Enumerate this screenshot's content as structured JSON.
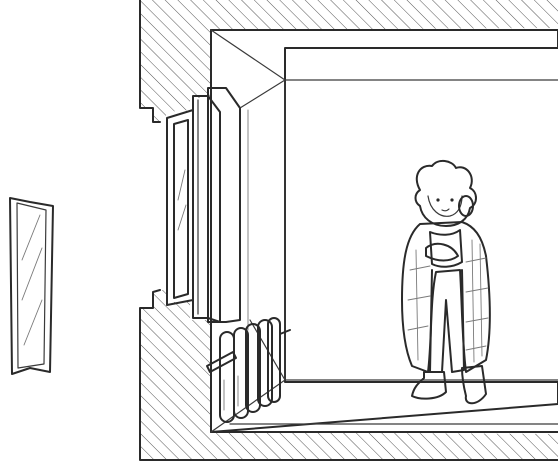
{
  "scene": {
    "kind": "line-art illustration",
    "elements": [
      "detached-window-pane",
      "wall-cross-section",
      "window-frame",
      "room-interior",
      "radiator",
      "person-in-blanket"
    ]
  },
  "colors": {
    "ink": "#2a2a2a",
    "hatch": "#555555",
    "background": "#ffffff"
  }
}
